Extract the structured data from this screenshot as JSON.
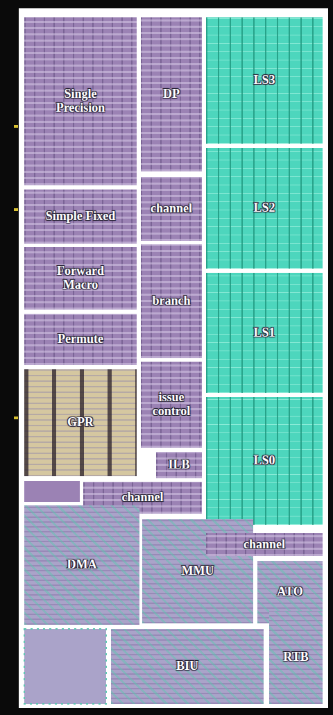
{
  "diagram": {
    "nodes": [
      {
        "text": [
          "Single Precision"
        ]
      },
      {
        "text": [
          "DP"
        ]
      },
      {
        "text": [
          "LS3"
        ]
      },
      {
        "text": [
          "Simple Fixed"
        ]
      },
      {
        "text": [
          "channel"
        ]
      },
      {
        "text": [
          "LS2"
        ]
      },
      {
        "text": [
          "Forward Macro"
        ]
      },
      {
        "text": [
          "branch"
        ]
      },
      {
        "text": [
          "LS1"
        ]
      },
      {
        "text": [
          "Permute"
        ]
      },
      {
        "text": [
          "issue control"
        ]
      },
      {
        "text": [
          "LS0"
        ]
      },
      {
        "text": [
          "GPR"
        ]
      },
      {
        "text": [
          "ILB"
        ]
      },
      {
        "text": [
          "channel"
        ]
      },
      {
        "text": [
          "DMA"
        ]
      },
      {
        "text": [
          "MMU"
        ]
      },
      {
        "text": [
          "channel"
        ]
      },
      {
        "text": [
          "ATO"
        ]
      },
      {
        "text": [
          "BIU"
        ]
      },
      {
        "text": [
          "RTB"
        ]
      }
    ]
  }
}
